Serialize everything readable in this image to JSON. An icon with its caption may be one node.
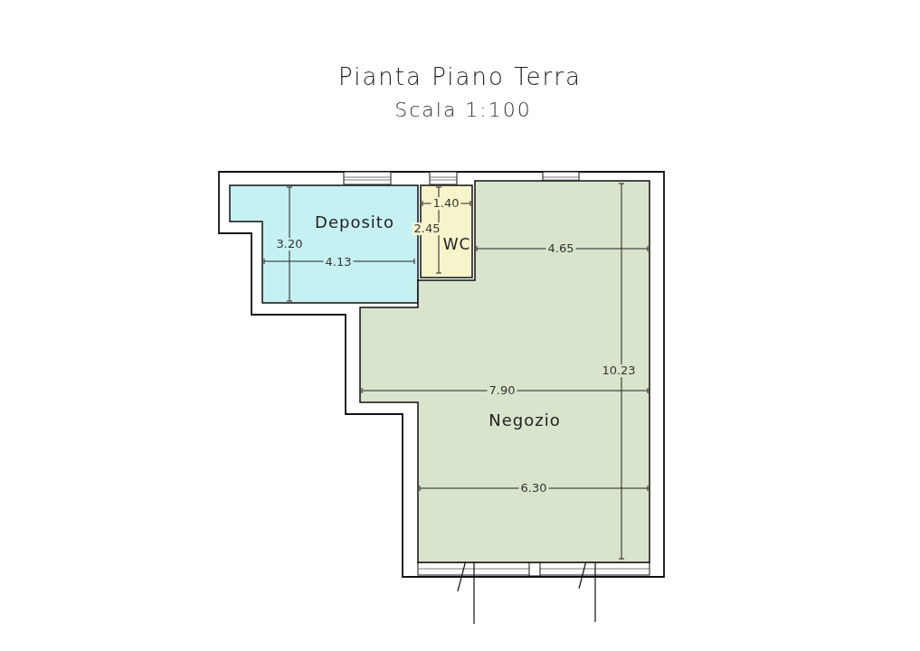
{
  "diagram": {
    "title": "Pianta Piano Terra",
    "nodes": [
      {
        "text": [
          "Deposito"
        ]
      },
      {
        "text": [
          "WC"
        ]
      },
      {
        "text": [
          "Negozio"
        ]
      }
    ],
    "labels": [
      "Scala 1:100",
      "1.40",
      "2.45",
      "3.20",
      "4.65",
      "4.13",
      "10.23",
      "7.90",
      "6.30"
    ]
  }
}
